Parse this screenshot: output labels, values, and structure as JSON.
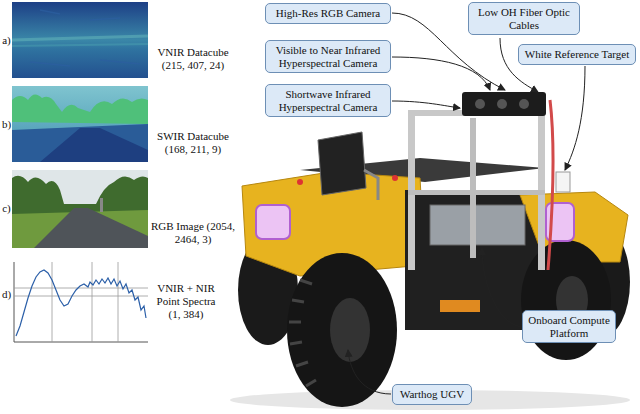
{
  "diagram": {
    "nodes": [
      {
        "text": [
          "High-Res RGB Camera"
        ]
      },
      {
        "text": [
          "Low OH Fiber Optic Cables"
        ]
      },
      {
        "text": [
          "Visible to Near Infrared Hyperspectral Camera"
        ]
      },
      {
        "text": [
          "White Reference Target"
        ]
      },
      {
        "text": [
          "Shortwave Infrared Hyperspectral Camera"
        ]
      },
      {
        "text": [
          "Onboard Compute Platform"
        ]
      },
      {
        "text": [
          "Warthog UGV"
        ]
      }
    ],
    "labels": [
      "a)",
      "VNIR Datacube (215, 407, 24)",
      "b)",
      "SWIR Datacube (168, 211, 9)",
      "c)",
      "RGB Image (2054, 2464, 3)",
      "d)",
      "VNIR + NIR Point Spectra (1, 384)"
    ]
  }
}
